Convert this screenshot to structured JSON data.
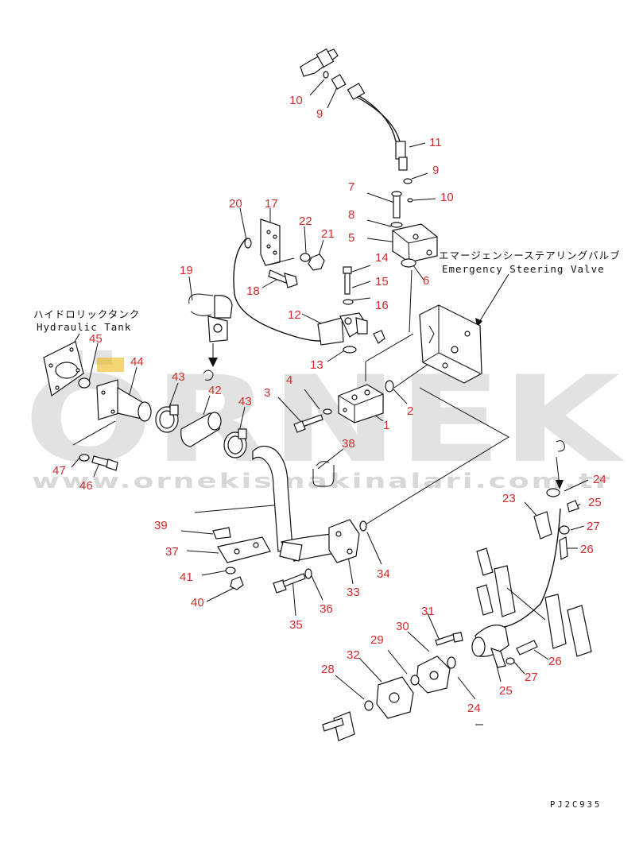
{
  "labels": {
    "hydraulic_tank_jp": "ハイドロリックタンク",
    "hydraulic_tank_en": "Hydraulic Tank",
    "emergency_valve_jp": "エマージェンシーステアリングバルブ",
    "emergency_valve_en": "Emergency Steering Valve"
  },
  "drawing_code": "PJ2C935",
  "watermark": {
    "logo": "ÖRNEK",
    "url": "www.ornekismakinalari.com.tr"
  },
  "colors": {
    "callout": "#d62b2b",
    "line": "#111111",
    "watermark": "#d9d9d9",
    "watermark_accent": "#e9b400"
  },
  "callouts": [
    {
      "id": "c-10a",
      "text": "10"
    },
    {
      "id": "c-9a",
      "text": "9"
    },
    {
      "id": "c-11",
      "text": "11"
    },
    {
      "id": "c-9b",
      "text": "9"
    },
    {
      "id": "c-7",
      "text": "7"
    },
    {
      "id": "c-10b",
      "text": "10"
    },
    {
      "id": "c-8",
      "text": "8"
    },
    {
      "id": "c-5",
      "text": "5"
    },
    {
      "id": "c-20",
      "text": "20"
    },
    {
      "id": "c-17",
      "text": "17"
    },
    {
      "id": "c-22",
      "text": "22"
    },
    {
      "id": "c-21",
      "text": "21"
    },
    {
      "id": "c-14",
      "text": "14"
    },
    {
      "id": "c-6",
      "text": "6"
    },
    {
      "id": "c-15",
      "text": "15"
    },
    {
      "id": "c-19",
      "text": "19"
    },
    {
      "id": "c-18",
      "text": "18"
    },
    {
      "id": "c-16",
      "text": "16"
    },
    {
      "id": "c-12",
      "text": "12"
    },
    {
      "id": "c-45",
      "text": "45"
    },
    {
      "id": "c-13",
      "text": "13"
    },
    {
      "id": "c-44",
      "text": "44"
    },
    {
      "id": "c-43a",
      "text": "43"
    },
    {
      "id": "c-4",
      "text": "4"
    },
    {
      "id": "c-3",
      "text": "3"
    },
    {
      "id": "c-42",
      "text": "42"
    },
    {
      "id": "c-43b",
      "text": "43"
    },
    {
      "id": "c-2",
      "text": "2"
    },
    {
      "id": "c-1",
      "text": "1"
    },
    {
      "id": "c-38",
      "text": "38"
    },
    {
      "id": "c-47",
      "text": "47"
    },
    {
      "id": "c-46",
      "text": "46"
    },
    {
      "id": "c-24a",
      "text": "24"
    },
    {
      "id": "c-23",
      "text": "23"
    },
    {
      "id": "c-25a",
      "text": "25"
    },
    {
      "id": "c-39",
      "text": "39"
    },
    {
      "id": "c-27a",
      "text": "27"
    },
    {
      "id": "c-26a",
      "text": "26"
    },
    {
      "id": "c-37",
      "text": "37"
    },
    {
      "id": "c-41",
      "text": "41"
    },
    {
      "id": "c-34",
      "text": "34"
    },
    {
      "id": "c-33",
      "text": "33"
    },
    {
      "id": "c-40",
      "text": "40"
    },
    {
      "id": "c-36",
      "text": "36"
    },
    {
      "id": "c-35",
      "text": "35"
    },
    {
      "id": "c-31",
      "text": "31"
    },
    {
      "id": "c-30",
      "text": "30"
    },
    {
      "id": "c-29",
      "text": "29"
    },
    {
      "id": "c-26b",
      "text": "26"
    },
    {
      "id": "c-32",
      "text": "32"
    },
    {
      "id": "c-27b",
      "text": "27"
    },
    {
      "id": "c-28",
      "text": "28"
    },
    {
      "id": "c-25b",
      "text": "25"
    },
    {
      "id": "c-24b",
      "text": "24"
    }
  ]
}
